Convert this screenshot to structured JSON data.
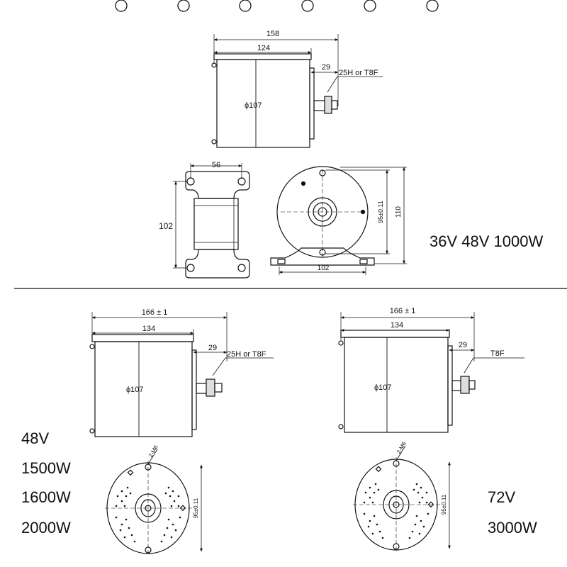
{
  "colors": {
    "ink": "#111111",
    "paper": "#ffffff",
    "hatch": "#555555"
  },
  "top_drawing": {
    "overall_length": "158",
    "body_length": "124",
    "shaft_length": "29",
    "sprocket_note": "25H or T8F",
    "body_diameter": "ϕ107",
    "mount_width": "56",
    "mount_height": "102",
    "hole_spacing_vertical": "95±0.11",
    "overall_height": "110",
    "base_width": "102"
  },
  "bottom_left_drawing": {
    "overall_length": "166 ± 1",
    "body_length": "134",
    "shaft_length": "29",
    "sprocket_note": "25H or T8F",
    "body_diameter": "ϕ107",
    "hole_note": "2-M6",
    "hole_spacing_vertical": "95±0.11"
  },
  "bottom_right_drawing": {
    "overall_length": "166 ± 1",
    "body_length": "134",
    "shaft_length": "29",
    "sprocket_note": "T8F",
    "body_diameter": "ϕ107",
    "hole_note": "2-M6",
    "hole_spacing_vertical": "95±0.11"
  },
  "specs": {
    "top": "36V 48V 1000W",
    "left": [
      "48V",
      "1500W",
      "1600W",
      "2000W"
    ],
    "right": [
      "72V",
      "3000W"
    ]
  }
}
